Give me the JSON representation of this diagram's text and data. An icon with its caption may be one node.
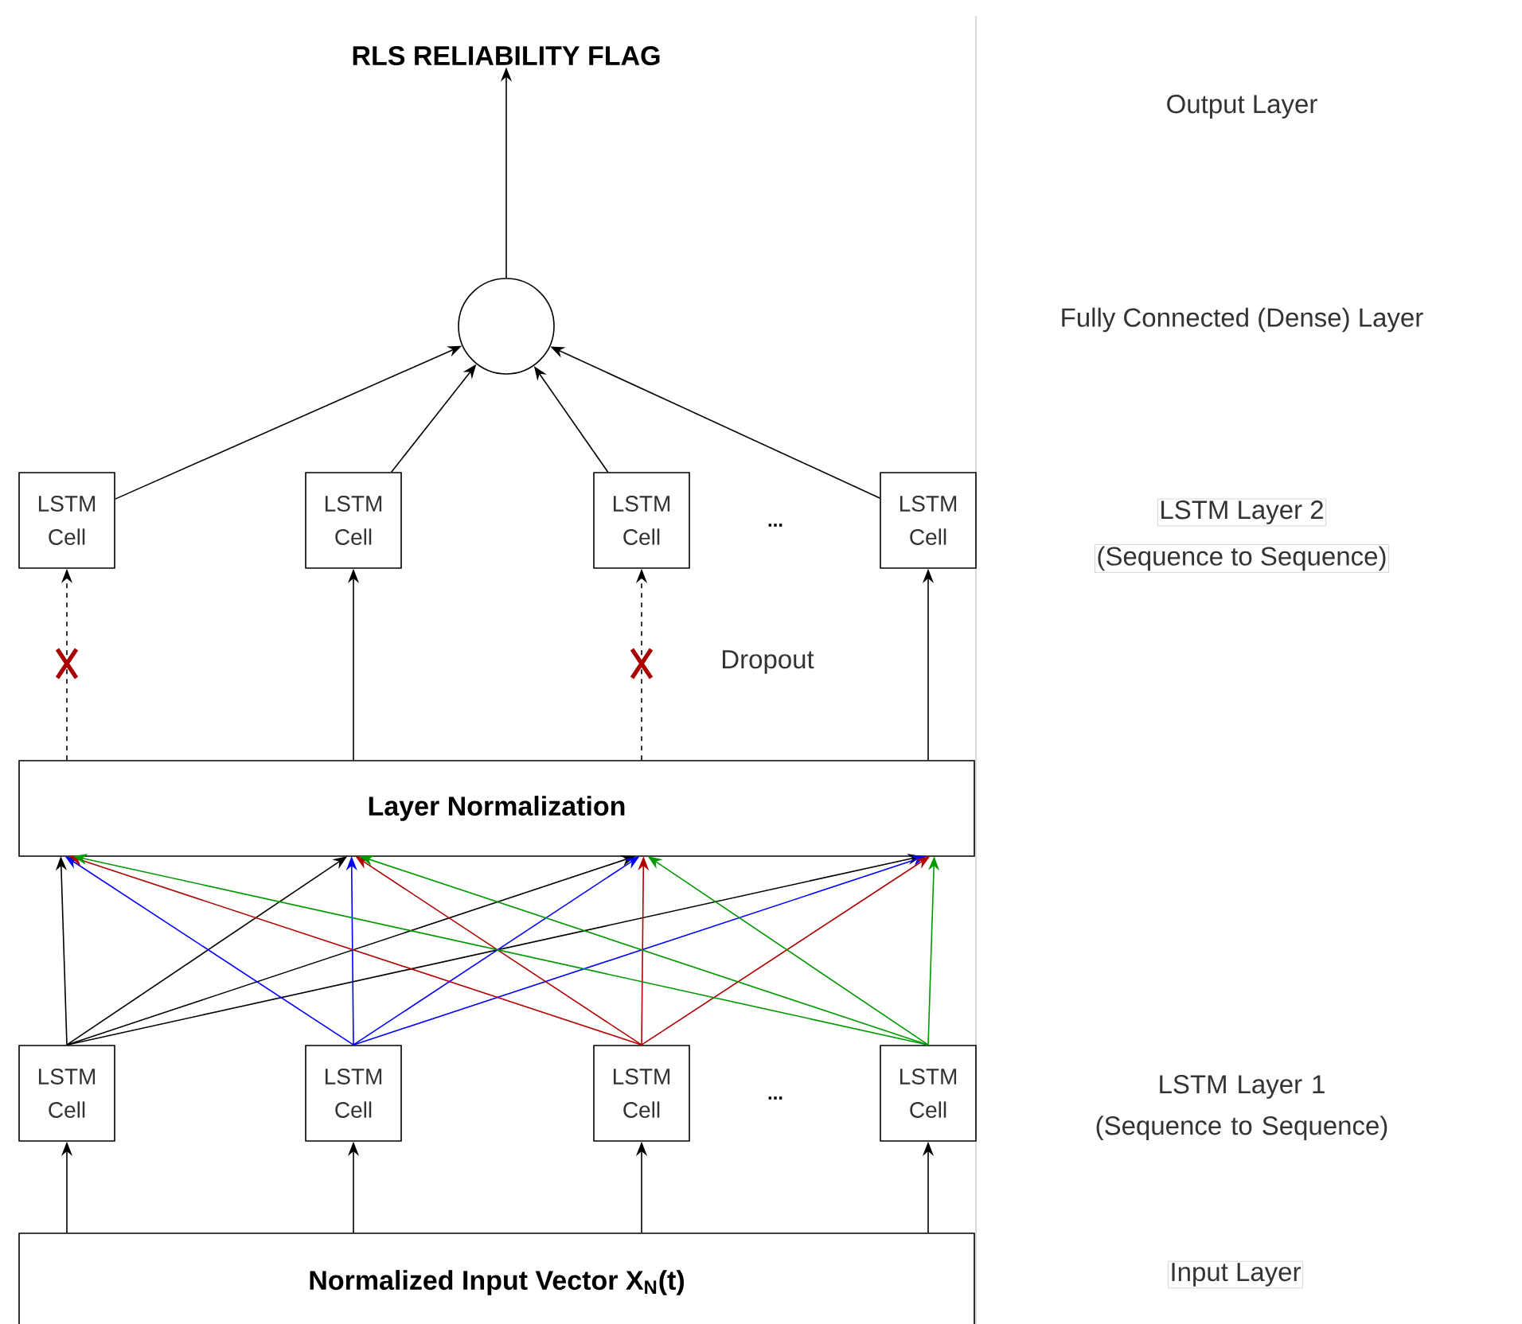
{
  "diagram": {
    "nodes": [
      {
        "text": [
          "RLS RELIABILITY FLAG"
        ]
      },
      {
        "text": [],
        "shape": "circle"
      },
      {
        "text": [
          "LSTM Cell"
        ]
      },
      {
        "text": [
          "LSTM Cell"
        ]
      },
      {
        "text": [
          "LSTM Cell"
        ]
      },
      {
        "text": [
          "LSTM Cell"
        ]
      },
      {
        "text": [
          "Layer Normalization"
        ]
      },
      {
        "text": [
          "LSTM Cell"
        ]
      },
      {
        "text": [
          "LSTM Cell"
        ]
      },
      {
        "text": [
          "LSTM Cell"
        ]
      },
      {
        "text": [
          "LSTM Cell"
        ]
      },
      {
        "text": [
          "Normalized Input Vector X$_{N}$(t)"
        ]
      }
    ],
    "edges": [
      {
        "from": 1,
        "to": 0,
        "arrow": "to"
      },
      {
        "from": 2,
        "to": 1,
        "arrow": "to"
      },
      {
        "from": 3,
        "to": 1,
        "arrow": "to"
      },
      {
        "from": 4,
        "to": 1,
        "arrow": "to"
      },
      {
        "from": 5,
        "to": 1,
        "arrow": "to"
      },
      {
        "from": 6,
        "to": 2,
        "arrow": "to",
        "style": "dashed"
      },
      {
        "from": 6,
        "to": 3,
        "arrow": "to"
      },
      {
        "from": 6,
        "to": 4,
        "arrow": "to",
        "style": "dashed"
      },
      {
        "from": 6,
        "to": 5,
        "arrow": "to"
      },
      {
        "from": 7,
        "to": 6,
        "arrow": "to"
      },
      {
        "from": 7,
        "to": 6,
        "arrow": "to"
      },
      {
        "from": 7,
        "to": 6,
        "arrow": "to"
      },
      {
        "from": 7,
        "to": 6,
        "arrow": "to"
      },
      {
        "from": 8,
        "to": 6,
        "arrow": "to",
        "color": "#0000ff"
      },
      {
        "from": 8,
        "to": 6,
        "arrow": "to",
        "color": "#0000ff"
      },
      {
        "from": 8,
        "to": 6,
        "arrow": "to",
        "color": "#0000ff"
      },
      {
        "from": 8,
        "to": 6,
        "arrow": "to",
        "color": "#0000ff"
      },
      {
        "from": 9,
        "to": 6,
        "arrow": "to",
        "color": "#b20000"
      },
      {
        "from": 9,
        "to": 6,
        "arrow": "to",
        "color": "#b20000"
      },
      {
        "from": 9,
        "to": 6,
        "arrow": "to",
        "color": "#b20000"
      },
      {
        "from": 9,
        "to": 6,
        "arrow": "to",
        "color": "#b20000"
      },
      {
        "from": 10,
        "to": 6,
        "arrow": "to",
        "color": "#009900"
      },
      {
        "from": 10,
        "to": 6,
        "arrow": "to",
        "color": "#009900"
      },
      {
        "from": 10,
        "to": 6,
        "arrow": "to",
        "color": "#009900"
      },
      {
        "from": 10,
        "to": 6,
        "arrow": "to",
        "color": "#009900"
      },
      {
        "from": 11,
        "to": 7,
        "arrow": "to"
      },
      {
        "from": 11,
        "to": 8,
        "arrow": "to"
      },
      {
        "from": 11,
        "to": 9,
        "arrow": "to"
      },
      {
        "from": 11,
        "to": 10,
        "arrow": "to"
      }
    ],
    "labels": [
      "Output Layer",
      "Fully Connected (Dense) Layer",
      "LSTM Layer 2",
      "(Sequence to Sequence)",
      "...",
      "Dropout",
      "LSTM Layer 1 (Sequence to Sequence)",
      "...",
      "Input Layer"
    ]
  }
}
